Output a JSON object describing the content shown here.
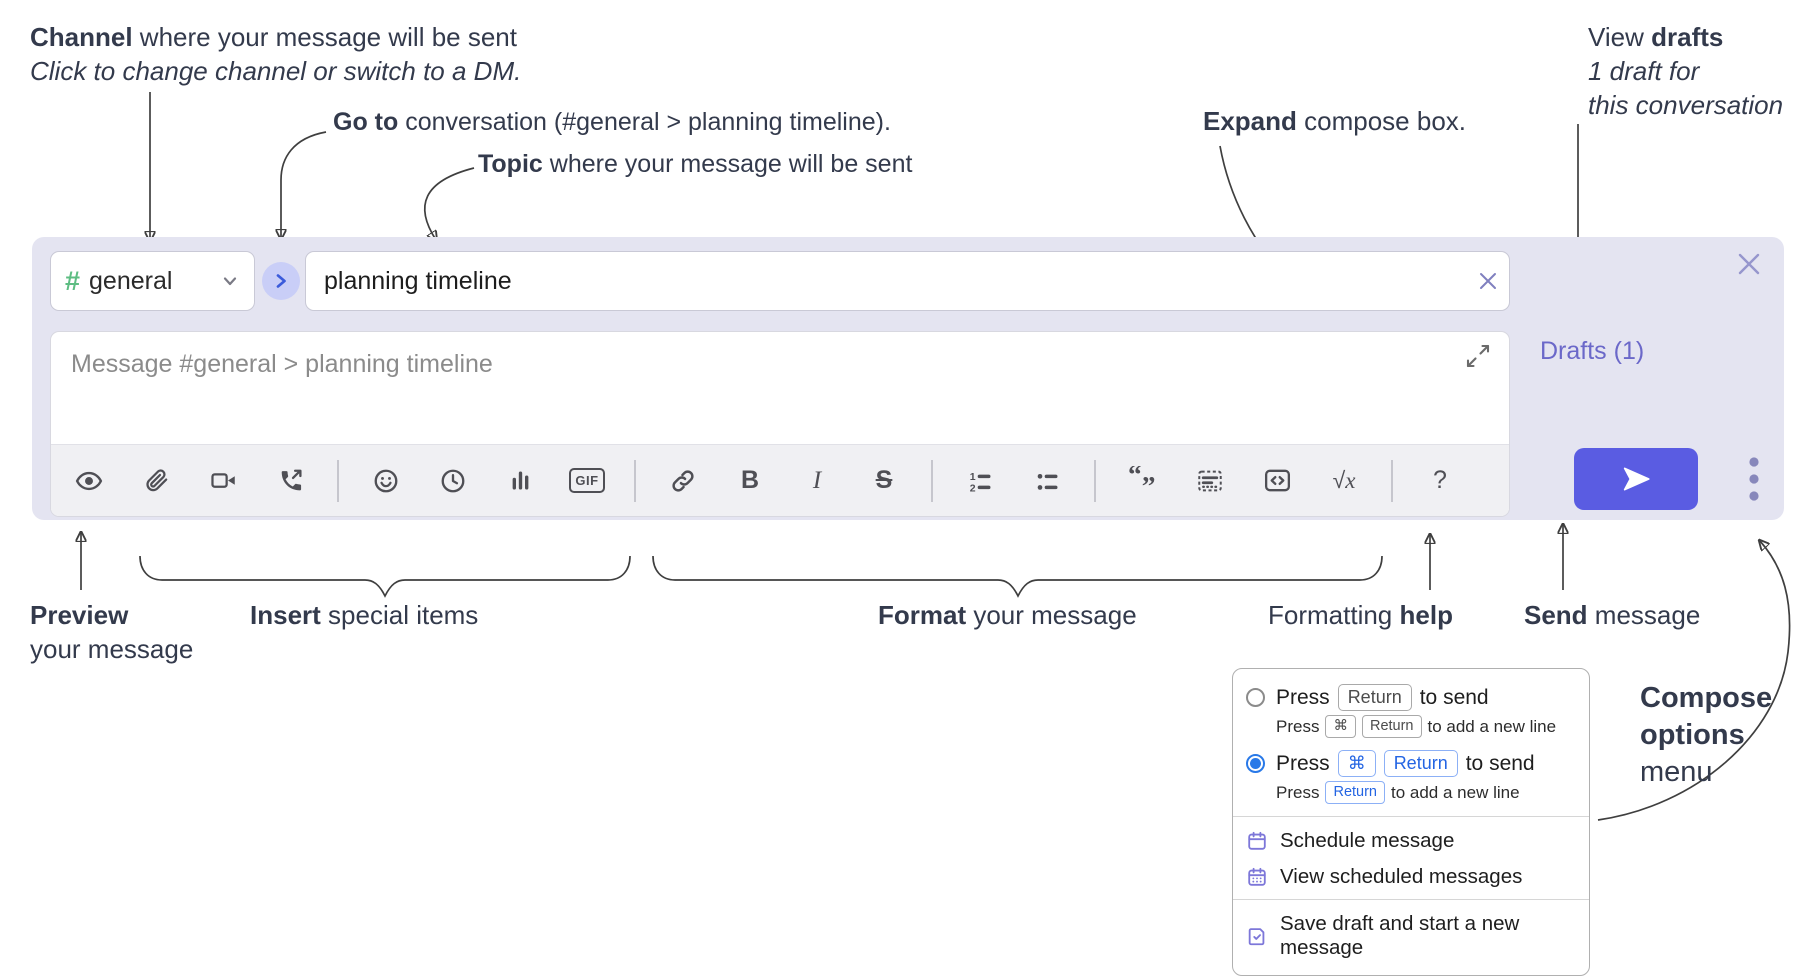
{
  "colors": {
    "compose_background": "#e4e4f1",
    "send_button": "#5a5ce2",
    "drafts_link": "#6b68c9",
    "channel_hash_green": "#5dbd82",
    "goto_chevron_blue": "#3b5bdb",
    "goto_circle_background": "#c9cef7",
    "selected_radio_blue": "#2979e8",
    "menu_icon_purple": "#7d77d9",
    "toolbar_icon_gray": "#4f4f55"
  },
  "callouts": {
    "channel_bold": "Channel",
    "channel_rest": " where your message will be sent",
    "channel_line2": "Click to change channel or switch to a DM.",
    "goto_bold": "Go to",
    "goto_rest": " conversation (#general > planning timeline).",
    "topic_bold": "Topic",
    "topic_rest": " where your message will be sent",
    "expand_bold": "Expand",
    "expand_rest": " compose box.",
    "drafts_pre": "View ",
    "drafts_bold": "drafts",
    "drafts_line2": "1 draft for",
    "drafts_line3": "this conversation",
    "preview_bold": "Preview",
    "preview_line2": "your message",
    "insert_bold": "Insert",
    "insert_rest": " special items",
    "format_bold": "Format",
    "format_rest": " your message",
    "help_pre": "Formatting ",
    "help_bold": "help",
    "send_bold": "Send",
    "send_rest": " message",
    "co_line1": "Compose",
    "co_line2": "options",
    "co_line3": "menu"
  },
  "compose": {
    "channel_hash": "#",
    "channel_name": "general",
    "topic_value": "planning timeline",
    "message_placeholder": "Message #general > planning timeline",
    "drafts_label": "Drafts (1)",
    "toolbar_icons": [
      "preview-eye",
      "attach-file",
      "video-call",
      "audio-call",
      "emoji",
      "global-time",
      "poll",
      "gif",
      "link",
      "bold",
      "italic",
      "strikethrough",
      "numbered-list",
      "bulleted-list",
      "quote",
      "spoiler",
      "code",
      "math",
      "help"
    ],
    "labels": {
      "gif": "GIF",
      "bold": "B",
      "italic": "I",
      "strike": "S",
      "sqrt_sign": "√",
      "sqrt_x": "x",
      "help": "?",
      "quote_open": "“",
      "quote_close": "”",
      "ol_1": "1",
      "ol_2": "2"
    }
  },
  "menu": {
    "opt1": {
      "press": "Press",
      "key1": "Return",
      "after": "to send",
      "sub_press": "Press",
      "sub_key1": "⌘",
      "sub_key2": "Return",
      "sub_after": "to add a new line"
    },
    "opt2": {
      "press": "Press",
      "key1": "⌘",
      "key2": "Return",
      "after": "to send",
      "sub_press": "Press",
      "sub_key1": "Return",
      "sub_after": "to add a new line"
    },
    "items": [
      "Schedule message",
      "View scheduled messages",
      "Save draft and start a new message"
    ]
  }
}
